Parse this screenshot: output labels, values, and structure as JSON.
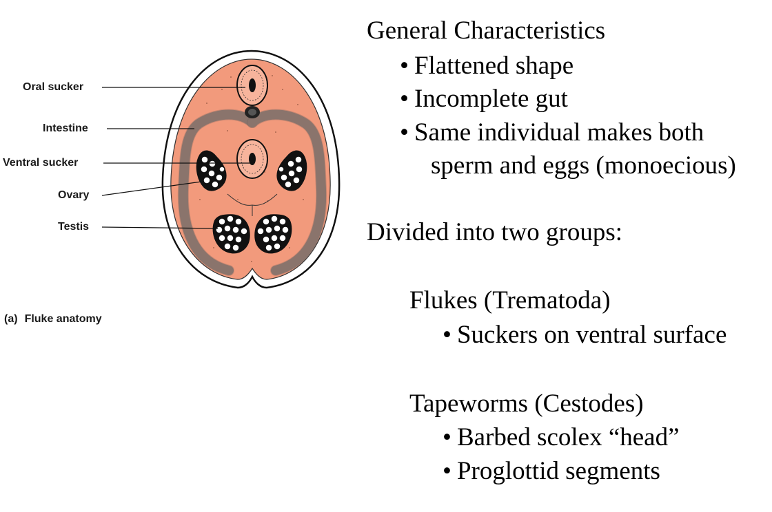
{
  "figure": {
    "labels": {
      "oral_sucker": "Oral sucker",
      "intestine": "Intestine",
      "ventral_sucker": "Ventral sucker",
      "ovary": "Ovary",
      "testis": "Testis"
    },
    "caption": {
      "letter": "(a)",
      "text": "Fluke anatomy"
    },
    "colors": {
      "body_fill": "#f29a7c",
      "intestine": "#9c7f74",
      "outline": "#111111",
      "gonad": "#ffffff"
    }
  },
  "text": {
    "heading": "General Characteristics",
    "bullets": [
      "Flattened shape",
      "Incomplete gut",
      "Same individual makes both",
      "sperm and eggs (monoecious)"
    ],
    "divided_heading": "Divided into two groups:",
    "groups": [
      {
        "name": "Flukes (Trematoda)",
        "bullets": [
          "Suckers on ventral surface"
        ]
      },
      {
        "name": "Tapeworms (Cestodes)",
        "bullets": [
          "Barbed scolex “head”",
          "Proglottid segments"
        ]
      }
    ],
    "bullet_glyph": "•"
  }
}
